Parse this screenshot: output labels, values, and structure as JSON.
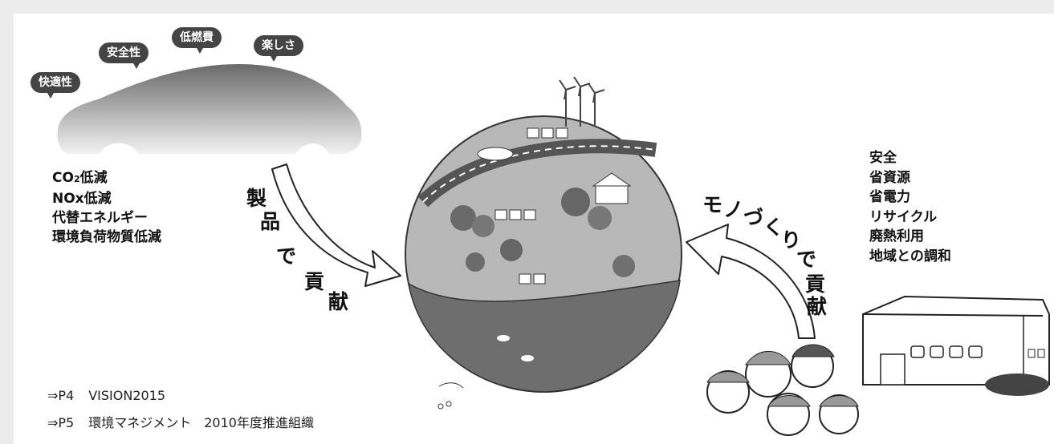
{
  "car": {
    "bubbles": [
      "快適性",
      "安全性",
      "低燃費",
      "楽しさ"
    ],
    "benefits": {
      "co2_prefix": "CO",
      "co2_sub": "2",
      "co2_suffix": "低減",
      "nox": "NOx低減",
      "alt_energy": "代替エネルギー",
      "env_load": "環境負荷物質低減"
    }
  },
  "left_arrow": {
    "label_chars": [
      "製",
      "品",
      "で",
      "貢",
      "献"
    ]
  },
  "right_arrow": {
    "label_chars": [
      "モ",
      "ノ",
      "づ",
      "く",
      "り",
      "で",
      "貢",
      "献"
    ]
  },
  "factory": {
    "benefits": [
      "安全",
      "省資源",
      "省電力",
      "リサイクル",
      "廃熱利用",
      "地域との調和"
    ]
  },
  "references": [
    {
      "arrow": "⇒P4",
      "text": "VISION2015"
    },
    {
      "arrow": "⇒P5",
      "text": "環境マネジメント　2010年度推進組織"
    }
  ],
  "colors": {
    "bubble_bg": "#444444",
    "text": "#111111",
    "car_gradient_top": "#6a6a6a",
    "car_gradient_bottom": "#f2f2f2"
  }
}
